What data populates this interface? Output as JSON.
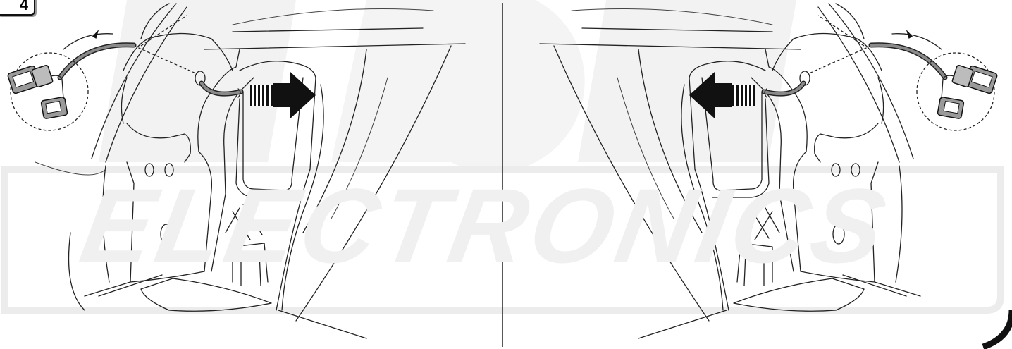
{
  "step": {
    "number": "4"
  },
  "watermark": {
    "text": "ELECTRONICS"
  },
  "colors": {
    "line": "#222222",
    "cable": "#8a8a8a",
    "watermark": "#f0f0f0",
    "arrow": "#111111"
  },
  "panels": [
    {
      "side": "left",
      "arrow_direction": "right",
      "connector_icon": "wiring-connector-icon"
    },
    {
      "side": "right",
      "arrow_direction": "left",
      "connector_icon": "wiring-connector-icon"
    }
  ]
}
